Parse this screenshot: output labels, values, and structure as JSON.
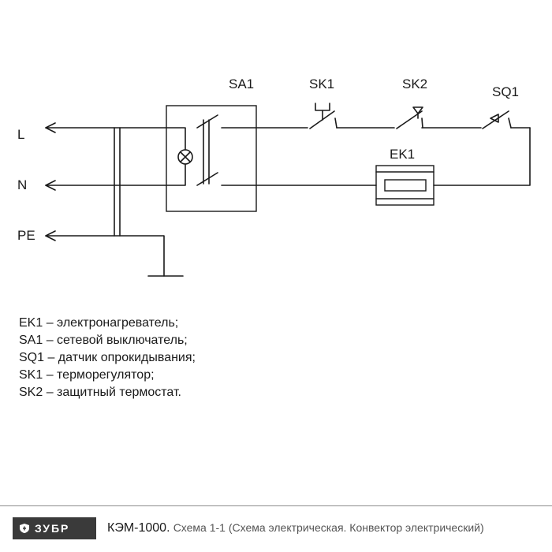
{
  "diagram": {
    "terminals": {
      "L": "L",
      "N": "N",
      "PE": "PE"
    },
    "components": {
      "SA1": "SA1",
      "SK1": "SK1",
      "SK2": "SK2",
      "SQ1": "SQ1",
      "EK1": "EK1"
    }
  },
  "legend": [
    "EK1 – электронагреватель;",
    "SA1 – сетевой выключатель;",
    "SQ1 – датчик опрокидывания;",
    "SK1 – терморегулятор;",
    "SK2 – защитный термостат."
  ],
  "footer": {
    "brand": "ЗУБР",
    "model": "КЭМ-1000.",
    "title": "Схема 1-1 (Схема электрическая. Конвектор электрический)"
  }
}
